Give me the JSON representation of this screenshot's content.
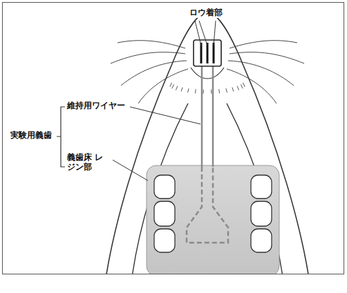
{
  "diagram": {
    "labels": [
      "ロウ着部",
      "維持用ワイヤー",
      "実験用義歯",
      "義歯床 レジン部"
    ]
  }
}
